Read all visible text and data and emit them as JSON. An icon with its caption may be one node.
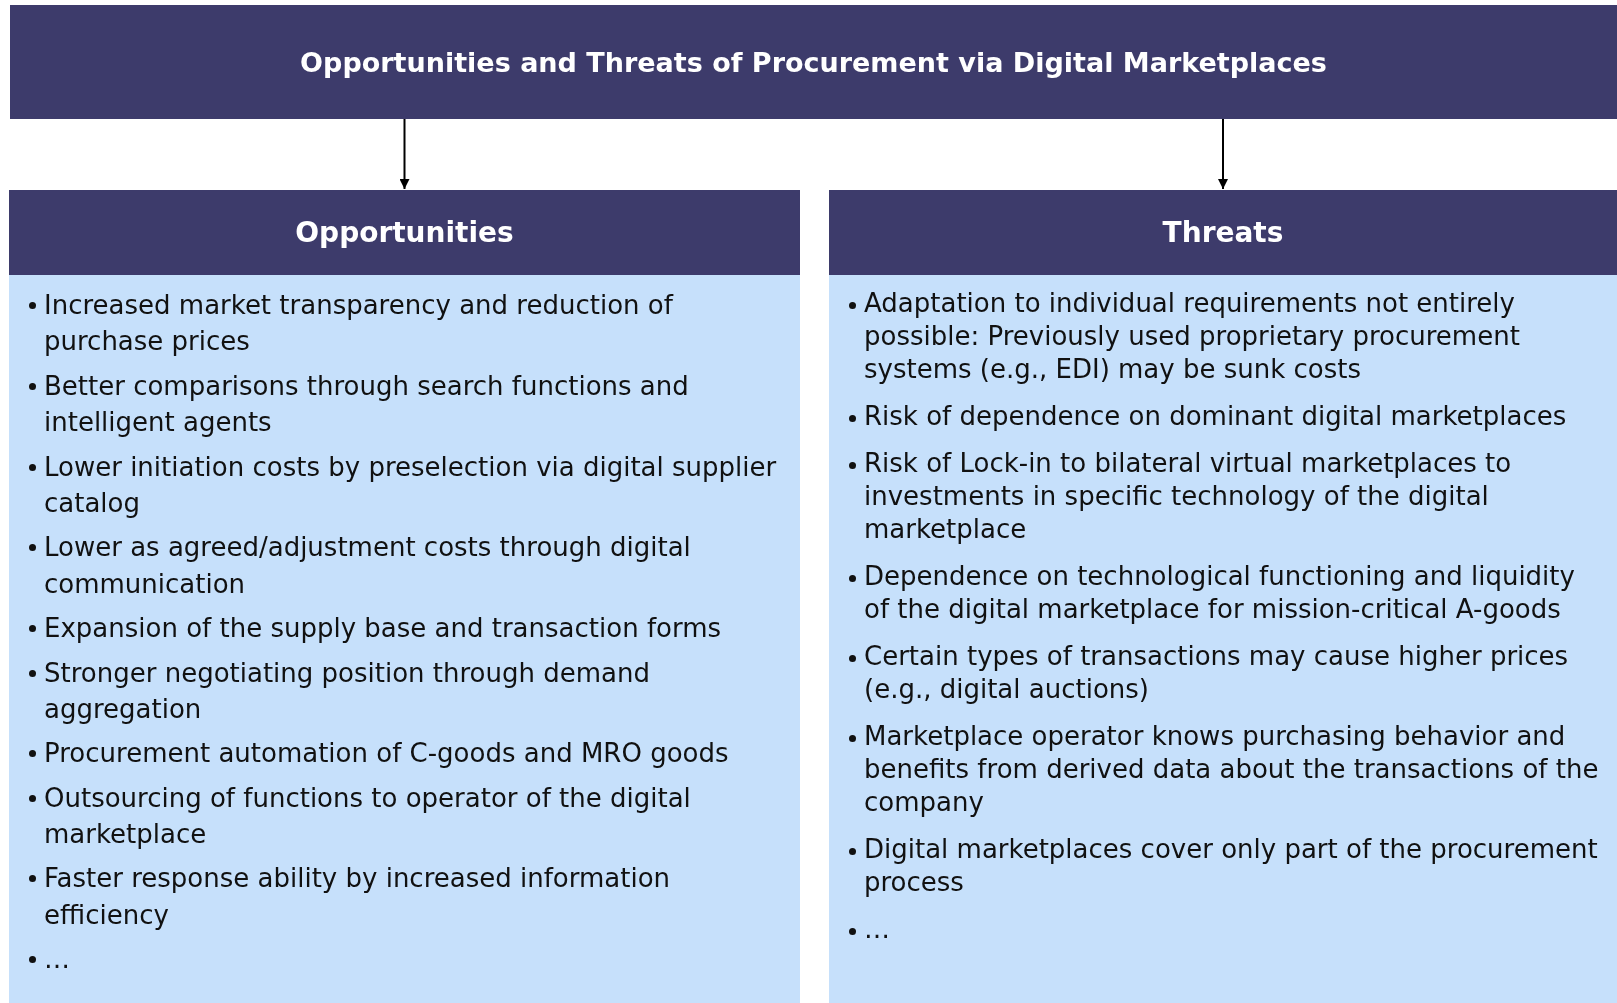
{
  "diagram": {
    "nodes": [
      {
        "text": [
          "Opportunities and Threats of Procurement via Digital Marketplaces"
        ]
      },
      {
        "text": [
          "Opportunities"
        ]
      },
      {
        "text": [
          "Increased market transparency and reduction of purchase prices",
          "Better comparisons through search functions and intelligent agents",
          "Lower initiation costs by preselection via digital supplier catalog",
          "Lower as agreed/adjustment costs through digital communication",
          "Expansion of the supply base and transaction forms",
          "Stronger negotiating position through demand aggregation",
          "Procurement automation of C-goods and MRO goods",
          "Outsourcing of functions to operator of the digital marketplace",
          "Faster response ability by increased information efficiency",
          "…"
        ]
      },
      {
        "text": [
          "Threats"
        ]
      },
      {
        "text": [
          "Adaptation to individual requirements not entirely possible: Previously used proprietary procurement systems (e.g., EDI) may be sunk costs",
          "Risk of dependence on dominant digital marketplaces",
          "Risk of Lock-in to bilateral virtual marketplaces to investments in specific technology of the digital marketplace",
          "Dependence on technological functioning and liquidity of the digital marketplace for mission-critical A-goods",
          "Certain types of transactions may cause higher prices (e.g., digital auctions)",
          "Marketplace operator knows purchasing behavior and benefits from derived data about the transactions of the company",
          "Digital marketplaces cover only part of the procurement process",
          "…"
        ]
      }
    ],
    "edges": [
      {
        "from": 0,
        "to": 1,
        "arrow": "to"
      },
      {
        "from": 0,
        "to": 3,
        "arrow": "to"
      }
    ]
  }
}
